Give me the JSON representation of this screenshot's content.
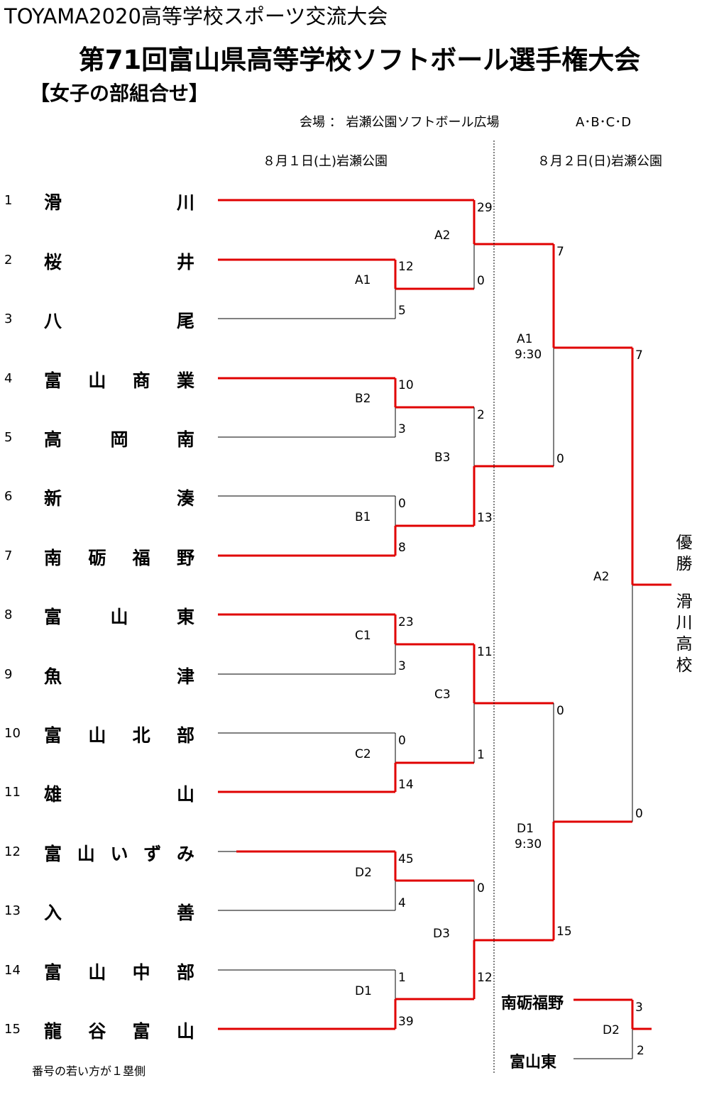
{
  "header": {
    "title1": "TOYAMA2020高等学校スポーツ交流大会",
    "title2": "第71回富山県高等学校ソフトボール選手権大会",
    "subtitle": "【女子の部組合せ】",
    "venue": "会場 ： 岩瀬公園ソフトボール広場",
    "venue_courts": "A･B･C･D",
    "day1": "８月１日(土)岩瀬公園",
    "day2": "８月２日(日)岩瀬公園"
  },
  "teams": [
    {
      "seed": "1",
      "chars": [
        "滑",
        "川"
      ]
    },
    {
      "seed": "2",
      "chars": [
        "桜",
        "井"
      ]
    },
    {
      "seed": "3",
      "chars": [
        "八",
        "尾"
      ]
    },
    {
      "seed": "4",
      "chars": [
        "富",
        "山",
        "商",
        "業"
      ]
    },
    {
      "seed": "5",
      "chars": [
        "高",
        "岡",
        "南"
      ]
    },
    {
      "seed": "6",
      "chars": [
        "新",
        "湊"
      ]
    },
    {
      "seed": "7",
      "chars": [
        "南",
        "砺",
        "福",
        "野"
      ]
    },
    {
      "seed": "8",
      "chars": [
        "富",
        "山",
        "東"
      ]
    },
    {
      "seed": "9",
      "chars": [
        "魚",
        "津"
      ]
    },
    {
      "seed": "10",
      "chars": [
        "富",
        "山",
        "北",
        "部"
      ]
    },
    {
      "seed": "11",
      "chars": [
        "雄",
        "山"
      ]
    },
    {
      "seed": "12",
      "chars": [
        "富",
        "山",
        "い",
        "ず",
        "み"
      ]
    },
    {
      "seed": "13",
      "chars": [
        "入",
        "善"
      ]
    },
    {
      "seed": "14",
      "chars": [
        "富",
        "山",
        "中",
        "部"
      ]
    },
    {
      "seed": "15",
      "chars": [
        "龍",
        "谷",
        "富",
        "山"
      ]
    }
  ],
  "games": {
    "r1": [
      "A1",
      "B2",
      "B1",
      "C1",
      "C2",
      "D2",
      "D1"
    ],
    "r2": [
      "A2",
      "B3",
      "C3",
      "D3"
    ],
    "sf": [
      "A1",
      "9:30",
      "D1",
      "9:30"
    ],
    "final": "A2",
    "sub": "D2"
  },
  "scores": {
    "a1_top": "12",
    "a1_bot": "5",
    "b2_top": "10",
    "b2_bot": "3",
    "b1_top": "0",
    "b1_bot": "8",
    "c1_top": "23",
    "c1_bot": "3",
    "c2_top": "0",
    "c2_bot": "14",
    "d2_top": "45",
    "d2_bot": "4",
    "d1_top": "1",
    "d1_bot": "39",
    "a2_top": "29",
    "a2_bot": "0",
    "b3_top": "2",
    "b3_bot": "13",
    "c3_top": "11",
    "c3_bot": "1",
    "d3_top": "0",
    "d3_bot": "12",
    "sfa_top": "7",
    "sfa_bot": "0",
    "sfd_top": "0",
    "sfd_bot": "15",
    "fin_top": "7",
    "fin_bot": "0",
    "sub_top": "3",
    "sub_bot": "2"
  },
  "champion": {
    "label": [
      "優",
      "勝"
    ],
    "team": [
      "滑",
      "川",
      "高",
      "校"
    ]
  },
  "sub_bracket": {
    "top_team": "南砺福野",
    "bottom_team": "富山東"
  },
  "note": "番号の若い方が１塁側",
  "colors": {
    "winner_line": "#e00000",
    "loser_line": "#000000"
  }
}
